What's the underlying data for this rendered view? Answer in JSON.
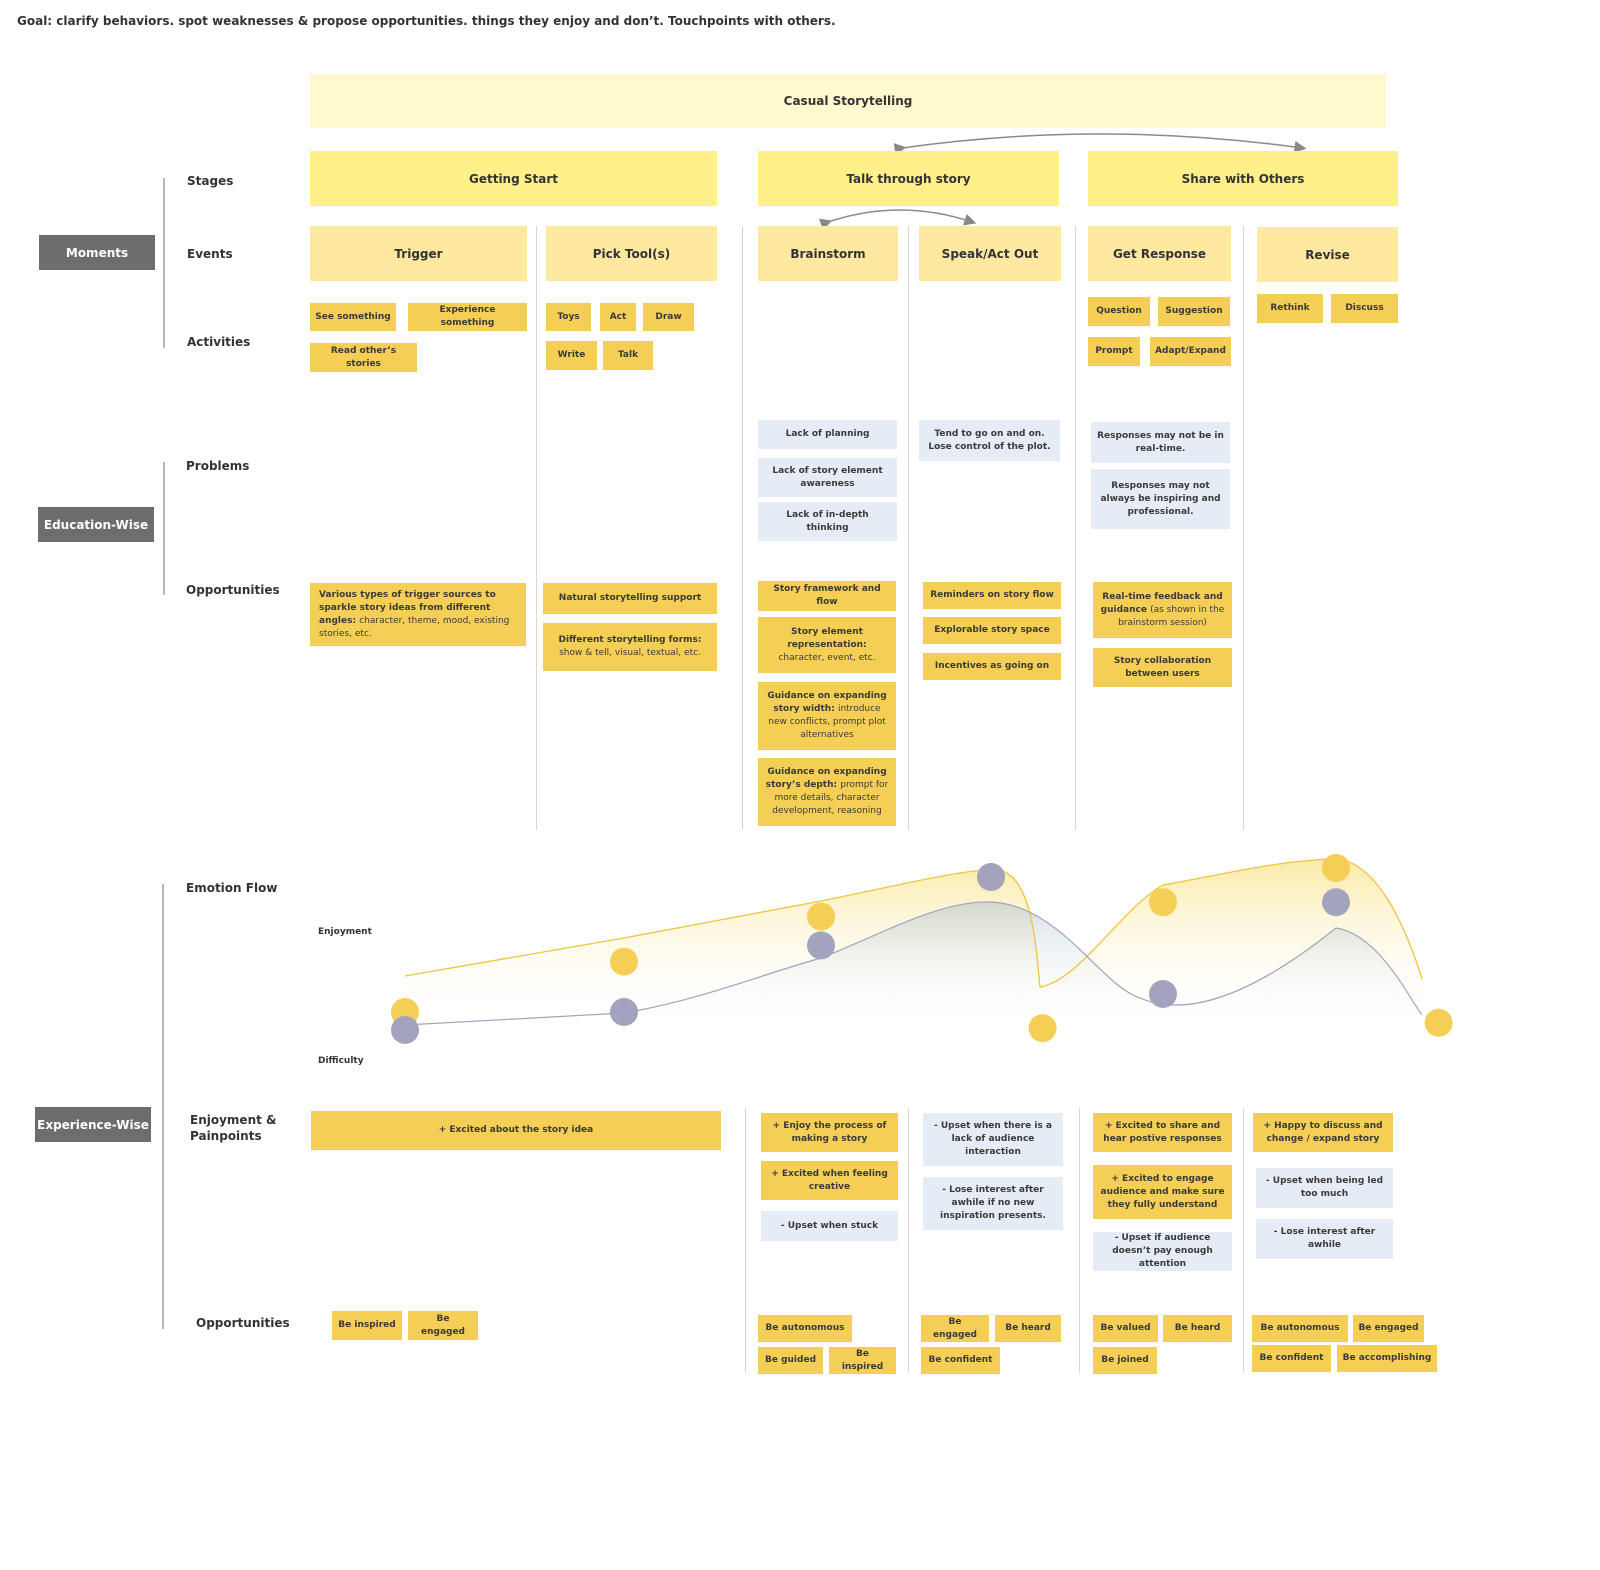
{
  "goal": "Goal: clarify behaviors. spot weaknesses & propose opportunities. things they enjoy and don’t. Touchpoints with others.",
  "banner": "Casual Storytelling",
  "sections": {
    "moments": "Moments",
    "education": "Education-Wise",
    "experience": "Experience-Wise"
  },
  "row_labels": {
    "stages": "Stages",
    "events": "Events",
    "activities": "Activities",
    "problems": "Problems",
    "opportunities": "Opportunities",
    "emotion_flow": "Emotion Flow",
    "enjoyment_painpoints": "Enjoyment &\nPainpoints",
    "opportunities2": "Opportunities"
  },
  "stages": [
    "Getting Start",
    "Talk through story",
    "Share with Others"
  ],
  "events": [
    "Trigger",
    "Pick Tool(s)",
    "Brainstorm",
    "Speak/Act Out",
    "Get Response",
    "Revise"
  ],
  "activities": {
    "trigger": [
      "See something",
      "Experience something",
      "Read other’s stories"
    ],
    "pick_tools": [
      "Toys",
      "Act",
      "Draw",
      "Write",
      "Talk"
    ],
    "get_response": [
      "Question",
      "Suggestion",
      "Prompt",
      "Adapt/Expand"
    ],
    "revise": [
      "Rethink",
      "Discuss"
    ]
  },
  "problems": {
    "brainstorm": [
      "Lack of planning",
      "Lack of story element awareness",
      "Lack of in-depth thinking"
    ],
    "speak": [
      "Tend to go on and on. Lose control of the plot."
    ],
    "get_response": [
      "Responses may not be in real-time.",
      "Responses may not always be inspiring and professional."
    ]
  },
  "opportunities": {
    "trigger": {
      "bold": "Various types of trigger sources to sparkle story ideas from different angles: ",
      "normal": "character, theme, mood, existing stories, etc."
    },
    "pick_tools": [
      {
        "bold": "Natural storytelling support",
        "normal": ""
      },
      {
        "bold": "Different storytelling forms: ",
        "normal": "show & tell, visual, textual, etc."
      }
    ],
    "brainstorm": [
      {
        "bold": "Story framework and flow",
        "normal": ""
      },
      {
        "bold": "Story element representation: ",
        "normal": "character, event, etc."
      },
      {
        "bold": "Guidance on expanding story width: ",
        "normal": "introduce new conflicts, prompt plot alternatives"
      },
      {
        "bold": "Guidance on expanding story’s depth: ",
        "normal": "prompt for more details, character development, reasoning"
      }
    ],
    "speak": [
      "Reminders on story flow",
      "Explorable story space",
      "Incentives as going on"
    ],
    "get_response": [
      {
        "bold": "Real-time feedback and guidance ",
        "normal": "(as shown in the brainstorm session)"
      },
      {
        "bold": "Story collaboration between users",
        "normal": ""
      }
    ]
  },
  "emotion": {
    "enjoyment_label": "Enjoyment",
    "difficulty_label": "Difficulty",
    "enjoyment_color": "#f5cf55",
    "difficulty_color": "#a3a3bd",
    "enjoyment_points": [
      [
        0,
        10
      ],
      [
        1,
        38
      ],
      [
        2,
        63
      ],
      [
        3,
        85
      ],
      [
        3.3,
        1
      ],
      [
        4,
        71
      ],
      [
        5,
        90
      ],
      [
        5.6,
        4
      ]
    ],
    "difficulty_points": [
      [
        0,
        0
      ],
      [
        1,
        10
      ],
      [
        2,
        47
      ],
      [
        3,
        85
      ],
      [
        4,
        20
      ],
      [
        5,
        71
      ]
    ]
  },
  "enjoyment_painpoints": {
    "trigger": [
      "+ Excited about the story idea"
    ],
    "brainstorm": [
      "+ Enjoy the process of making a story",
      "+ Excited when feeling creative",
      "- Upset when stuck"
    ],
    "speak": [
      "- Upset when there is a lack of audience interaction",
      "- Lose interest after awhile if no new inspiration presents."
    ],
    "get_response": [
      "+ Excited to share and hear postive responses",
      "+ Excited to engage audience and make sure they fully understand",
      "- Upset if audience doesn’t pay enough attention"
    ],
    "revise": [
      "+ Happy to discuss and change / expand story",
      "- Upset when being led too much",
      "- Lose interest after awhile"
    ]
  },
  "opportunities2": {
    "trigger": [
      "Be inspired",
      "Be engaged"
    ],
    "brainstorm": [
      "Be autonomous",
      "Be guided",
      "Be inspired"
    ],
    "speak": [
      "Be engaged",
      "Be heard",
      "Be confident"
    ],
    "get_response": [
      "Be valued",
      "Be heard",
      "Be joined"
    ],
    "revise": [
      "Be autonomous",
      "Be engaged",
      "Be confident",
      "Be accomplishing"
    ]
  }
}
